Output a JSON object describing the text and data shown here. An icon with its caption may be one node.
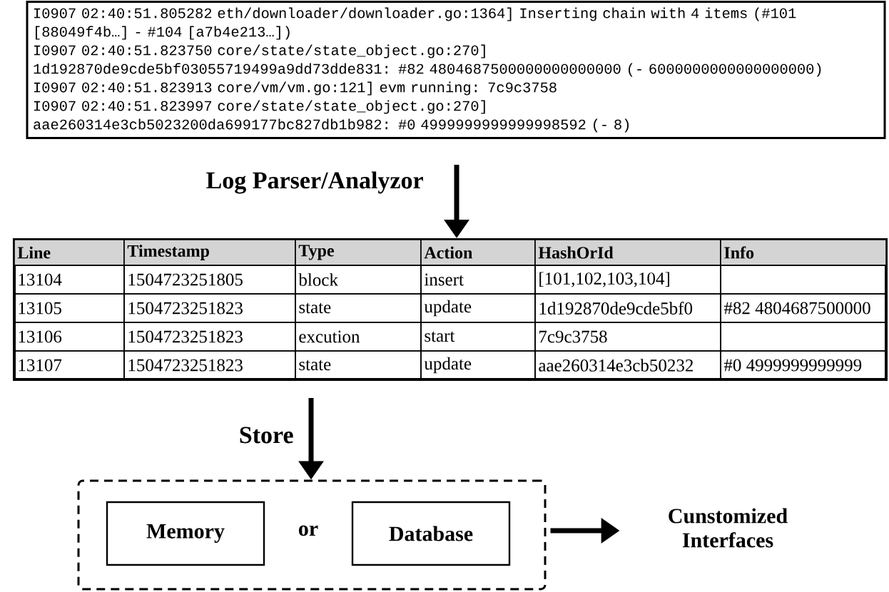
{
  "diagram": {
    "nodes": [
      {
        "text": [
          "I0907 02:40:51.805282 eth/downloader/downloader.go:1364] Inserting chain with 4 items (#101",
          "[88049f4b…] - #104 [a7b4e213…])",
          "I0907 02:40:51.823750 core/state/state_object.go:270]",
          "1d192870de9cde5bf03055719499a9dd73dde831: #82 4804687500000000000000 (- 6000000000000000000)",
          "I0907 02:40:51.823913 core/vm/vm.go:121] evm running: 7c9c3758",
          "I0907 02:40:51.823997 core/state/state_object.go:270]",
          "aae260314e3cb5023200da699177bc827db1b982: #0 4999999999999998592 (- 8)"
        ]
      },
      {
        "text": [],
        "shape": "box"
      },
      {
        "text": [],
        "shape": "box"
      },
      {
        "text": [
          "Memory"
        ],
        "in": 2
      },
      {
        "text": [
          "Database"
        ],
        "in": 2
      },
      {
        "text": [
          "Cunstomized Interfaces"
        ]
      }
    ],
    "edges": [
      {
        "from": 0,
        "to": 1,
        "arrow": "to",
        "label": "Log Parser/Analyzor"
      },
      {
        "from": 1,
        "to": 2,
        "arrow": "to",
        "label": "Store"
      },
      {
        "from": 2,
        "to": 5,
        "arrow": "to"
      }
    ],
    "labels": [
      "Line",
      "Timestamp",
      "Type",
      "Action",
      "HashOrId",
      "Info",
      "13104",
      "1504723251805",
      "block",
      "insert",
      "[101,102,103,104]",
      "13105",
      "1504723251823",
      "state",
      "update",
      "1d192870de9cde5bf0",
      "#82 4804687500000",
      "13106",
      "1504723251823",
      "excution",
      "start",
      "7c9c3758",
      "13107",
      "1504723251823",
      "state",
      "update",
      "aae260314e3cb50232",
      "#0 4999999999999",
      "or"
    ]
  }
}
